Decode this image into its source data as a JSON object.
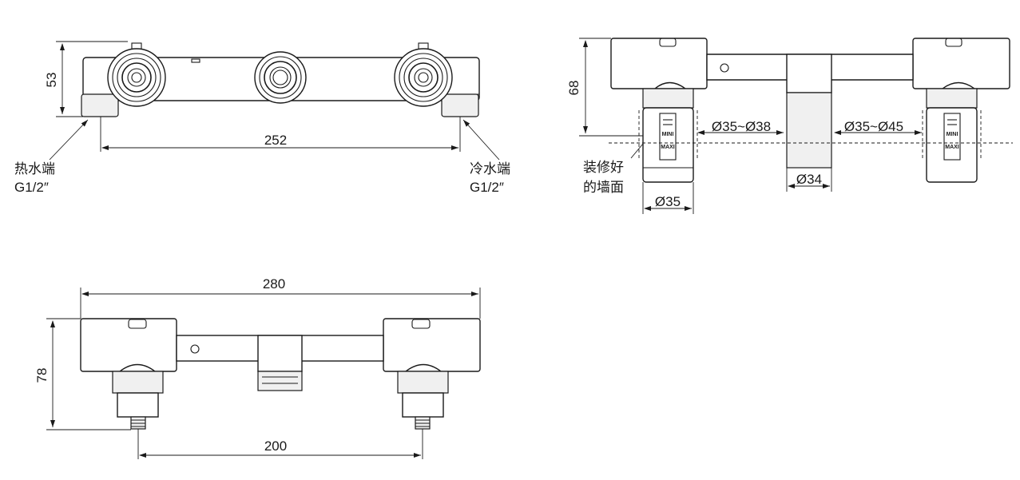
{
  "view_top": {
    "dim_height": "53",
    "dim_width": "252",
    "hot_label": "热水端",
    "hot_thread": "G1/2″",
    "cold_label": "冷水端",
    "cold_thread": "G1/2″"
  },
  "view_side": {
    "dim_height": "68",
    "dim_range_left": "Ø35~Ø38",
    "dim_range_right": "Ø35~Ø45",
    "dim_center_dia": "Ø34",
    "dim_port_dia": "Ø35",
    "wall_label_line1": "装修好",
    "wall_label_line2": "的墙面",
    "mini_label": "MINI",
    "maxi_label": "MAXI"
  },
  "view_front": {
    "dim_total_width": "280",
    "dim_height": "78",
    "dim_spacing": "200"
  }
}
